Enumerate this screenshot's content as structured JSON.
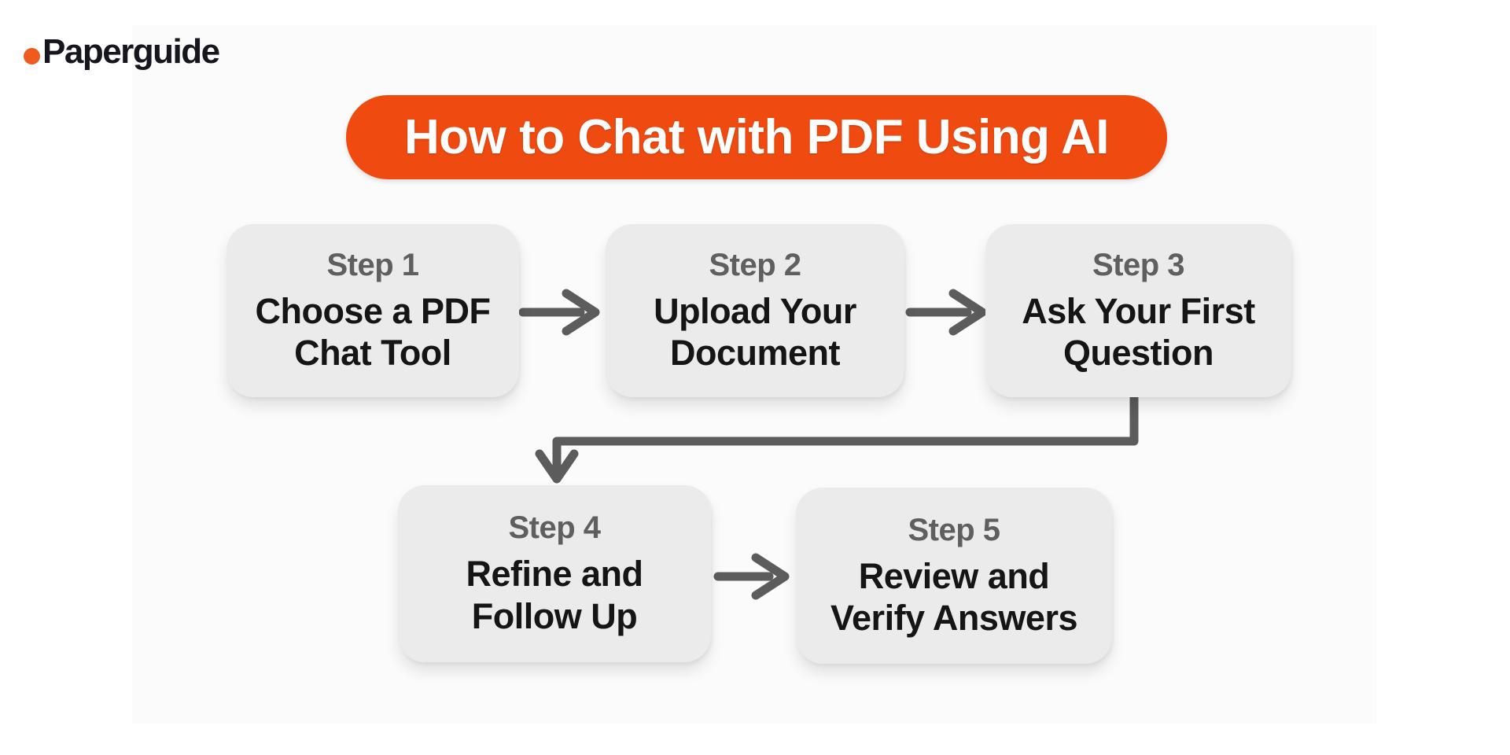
{
  "logo": {
    "text": "Paperguide"
  },
  "title": {
    "text": "How to Chat with PDF Using AI"
  },
  "steps": [
    {
      "label": "Step 1",
      "text": "Choose a PDF\nChat Tool"
    },
    {
      "label": "Step 2",
      "text": "Upload Your\nDocument"
    },
    {
      "label": "Step 3",
      "text": "Ask Your First\nQuestion"
    },
    {
      "label": "Step 4",
      "text": "Refine and\nFollow Up"
    },
    {
      "label": "Step 5",
      "text": "Review and\nVerify Answers"
    }
  ],
  "connections": [
    {
      "from": "Step 1",
      "to": "Step 2",
      "type": "arrow-right"
    },
    {
      "from": "Step 2",
      "to": "Step 3",
      "type": "arrow-right"
    },
    {
      "from": "Step 3",
      "to": "Step 4",
      "type": "elbow-down-left"
    },
    {
      "from": "Step 4",
      "to": "Step 5",
      "type": "arrow-right"
    }
  ],
  "colors": {
    "page_bg": "#FFFFFF",
    "canvas_bg": "#FBFBFB",
    "banner_bg": "#EF4A10",
    "banner_text": "#FFFFFF",
    "logo_dot": "#EF5B1E",
    "logo_text": "#16161E",
    "box_bg": "#EBEBEB",
    "step_label": "#5F5F5F",
    "step_text": "#151515",
    "arrow": "#5C5C5C"
  }
}
